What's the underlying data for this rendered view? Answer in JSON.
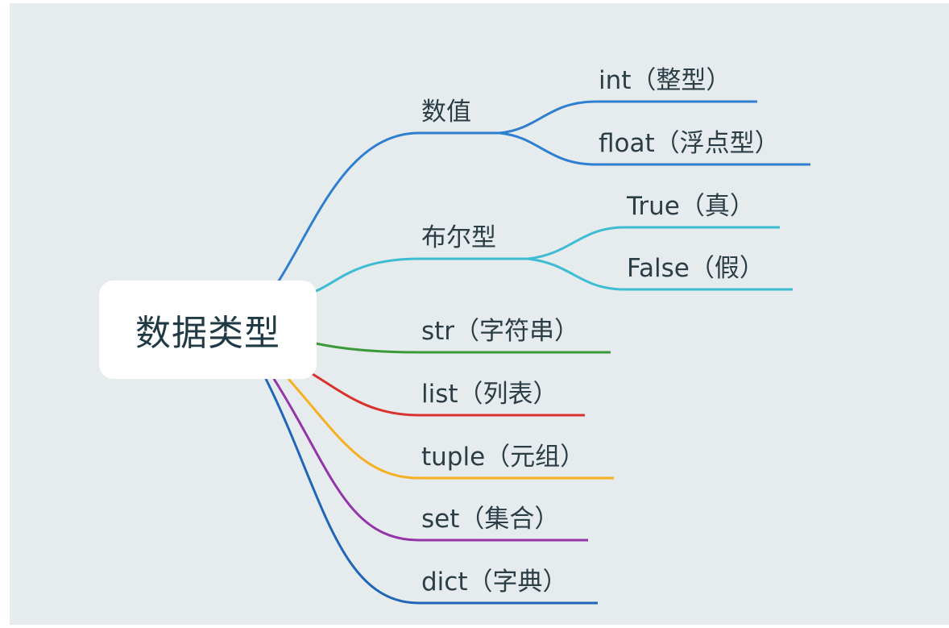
{
  "root": {
    "label": "数据类型"
  },
  "branches": [
    {
      "id": "numeric",
      "label": "数值",
      "color": "#2f7fd0",
      "children": [
        {
          "id": "int",
          "label": "int（整型）"
        },
        {
          "id": "float",
          "label": "float（浮点型）"
        }
      ]
    },
    {
      "id": "bool",
      "label": "布尔型",
      "color": "#3dbcd4",
      "children": [
        {
          "id": "true",
          "label": "True（真）"
        },
        {
          "id": "false",
          "label": "False（假）"
        }
      ]
    },
    {
      "id": "str",
      "label": "str（字符串）",
      "color": "#3a9a3a",
      "children": []
    },
    {
      "id": "list",
      "label": "list（列表）",
      "color": "#d9312e",
      "children": []
    },
    {
      "id": "tuple",
      "label": "tuple（元组）",
      "color": "#f5b01f",
      "children": []
    },
    {
      "id": "set",
      "label": "set（集合）",
      "color": "#9334a8",
      "children": []
    },
    {
      "id": "dict",
      "label": "dict（字典）",
      "color": "#1f66b8",
      "children": []
    }
  ]
}
